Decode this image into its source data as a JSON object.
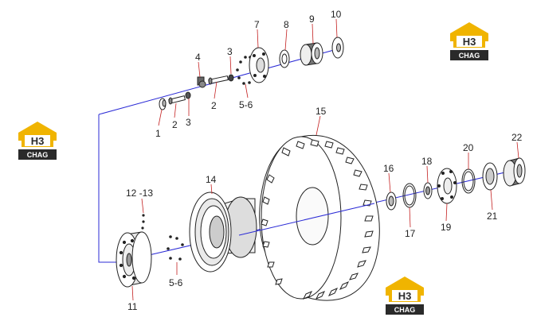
{
  "diagram": {
    "labels": {
      "l1": "1",
      "l2a": "2",
      "l2b": "2",
      "l3a": "3",
      "l3b": "3",
      "l4": "4",
      "l56a": "5-6",
      "l56b": "5-6",
      "l7": "7",
      "l8": "8",
      "l9": "9",
      "l10": "10",
      "l11": "11",
      "l1213": "12 -13",
      "l14": "14",
      "l15": "15",
      "l16": "16",
      "l17": "17",
      "l18": "18",
      "l19": "19",
      "l20": "20",
      "l21": "21",
      "l22": "22"
    }
  },
  "logos": [
    {
      "main": "H3",
      "sub": "CHAG"
    },
    {
      "main": "H3",
      "sub": "CHAG"
    },
    {
      "main": "H3",
      "sub": "CHAG"
    }
  ],
  "colors": {
    "assembly_line": "#2b2bd6",
    "leader": "#c42020",
    "part_stroke": "#222222",
    "logo_gold": "#f0b400",
    "logo_dark": "#2a2a2a"
  }
}
